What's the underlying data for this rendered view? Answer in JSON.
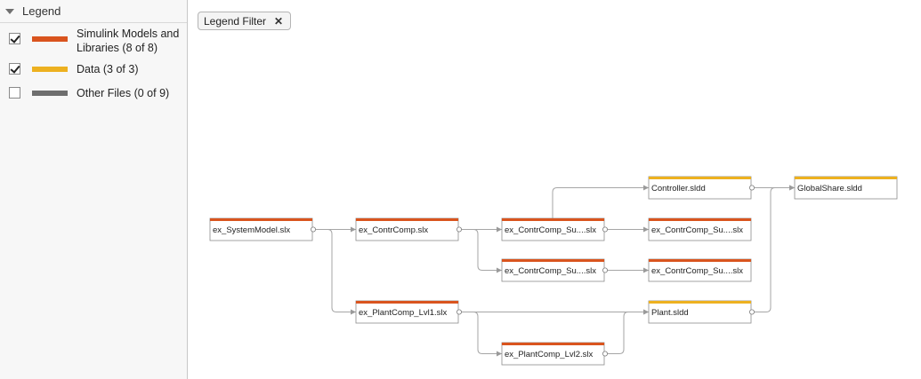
{
  "legend": {
    "title": "Legend",
    "items": [
      {
        "label": "Simulink Models and Libraries (8 of 8)",
        "checked": true,
        "color": "#d9541e"
      },
      {
        "label": "Data (3 of 3)",
        "checked": true,
        "color": "#edb120"
      },
      {
        "label": "Other Files (0 of 9)",
        "checked": false,
        "color": "#6e6e6e"
      }
    ]
  },
  "filter_chip": {
    "label": "Legend Filter",
    "close_icon": "close-icon"
  },
  "graph": {
    "nodes": [
      {
        "id": "sys",
        "label": "ex_SystemModel.slx",
        "kind": "model"
      },
      {
        "id": "contr",
        "label": "ex_ContrComp.slx",
        "kind": "model"
      },
      {
        "id": "sub1",
        "label": "ex_ContrComp_Su....slx",
        "kind": "model"
      },
      {
        "id": "sub2",
        "label": "ex_ContrComp_Su....slx",
        "kind": "model"
      },
      {
        "id": "sub3",
        "label": "ex_ContrComp_Su....slx",
        "kind": "model"
      },
      {
        "id": "sub4",
        "label": "ex_ContrComp_Su....slx",
        "kind": "model"
      },
      {
        "id": "ctrlsldd",
        "label": "Controller.sldd",
        "kind": "data"
      },
      {
        "id": "global",
        "label": "GlobalShare.sldd",
        "kind": "data"
      },
      {
        "id": "plant1",
        "label": "ex_PlantComp_Lvl1.slx",
        "kind": "model"
      },
      {
        "id": "plant2",
        "label": "ex_PlantComp_Lvl2.slx",
        "kind": "model"
      },
      {
        "id": "plantsldd",
        "label": "Plant.sldd",
        "kind": "data"
      }
    ],
    "edges": [
      [
        "sys",
        "contr"
      ],
      [
        "sys",
        "plant1"
      ],
      [
        "contr",
        "sub1"
      ],
      [
        "contr",
        "sub2"
      ],
      [
        "sub1",
        "sub3"
      ],
      [
        "sub1",
        "ctrlsldd"
      ],
      [
        "sub2",
        "sub4"
      ],
      [
        "ctrlsldd",
        "global"
      ],
      [
        "plant1",
        "plantsldd"
      ],
      [
        "plant1",
        "plant2"
      ],
      [
        "plant2",
        "plantsldd"
      ],
      [
        "plantsldd",
        "global"
      ]
    ]
  }
}
